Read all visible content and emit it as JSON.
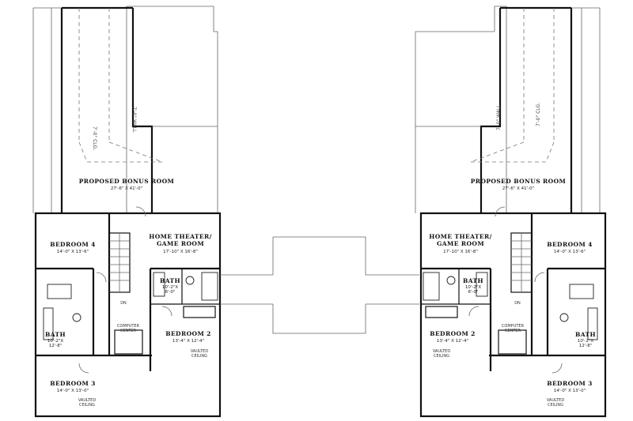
{
  "left": {
    "bonus_name": "PROPOSED BONUS ROOM",
    "bonus_size": "27'-6\" X 41'-0\"",
    "ceiling_note": "7'-0\" CLG.",
    "ceiling_note2": "7'-0\" WALL",
    "theater_name": "HOME THEATER/",
    "theater_name2": "GAME ROOM",
    "theater_size": "17'-10\" X 16'-8\"",
    "bed4_name": "BEDROOM 4",
    "bed4_size": "14'-0\" X 13'-6\"",
    "bath1_name": "BATH",
    "bath1_size1": "10'-2\"X",
    "bath1_size2": "6'-0\"",
    "bath2_name": "BATH",
    "bath2_size1": "10'-2\"X",
    "bath2_size2": "12'-8\"",
    "computer1": "COMPUTER",
    "computer2": "CENTER",
    "dn": "DN",
    "bed2_name": "BEDROOM 2",
    "bed2_size": "13'-4\" X 12'-4\"",
    "vaulted1": "VAULTED",
    "vaulted2": "CEILING",
    "bed3_name": "BEDROOM 3",
    "bed3_size": "14'-0\" X 13'-0\"",
    "vaulted3": "VAULTED",
    "vaulted4": "CEILING"
  },
  "right": {
    "bonus_name": "PROPOSED BONUS ROOM",
    "bonus_size": "27'-6\" X 41'-0\"",
    "ceiling_note": "7'-0\" CLG.",
    "ceiling_note2": "7'-0\" WALL",
    "theater_name": "HOME THEATER/",
    "theater_name2": "GAME ROOM",
    "theater_size": "17'-10\" X 16'-8\"",
    "bed4_name": "BEDROOM 4",
    "bed4_size": "14'-0\" X 13'-6\"",
    "bath1_name": "BATH",
    "bath1_size1": "10'-2\"X",
    "bath1_size2": "6'-0\"",
    "bath2_name": "BATH",
    "bath2_size1": "10'-2\"X",
    "bath2_size2": "12'-8\"",
    "computer1": "COMPUTER",
    "computer2": "CENTER",
    "dn": "DN",
    "bed2_name": "BEDROOM 2",
    "bed2_size": "13'-4\" X 12'-4\"",
    "vaulted1": "VAULTED",
    "vaulted2": "CEILING",
    "bed3_name": "BEDROOM 3",
    "bed3_size": "14'-0\" X 13'-0\"",
    "vaulted3": "VAULTED",
    "vaulted4": "CEILING"
  }
}
